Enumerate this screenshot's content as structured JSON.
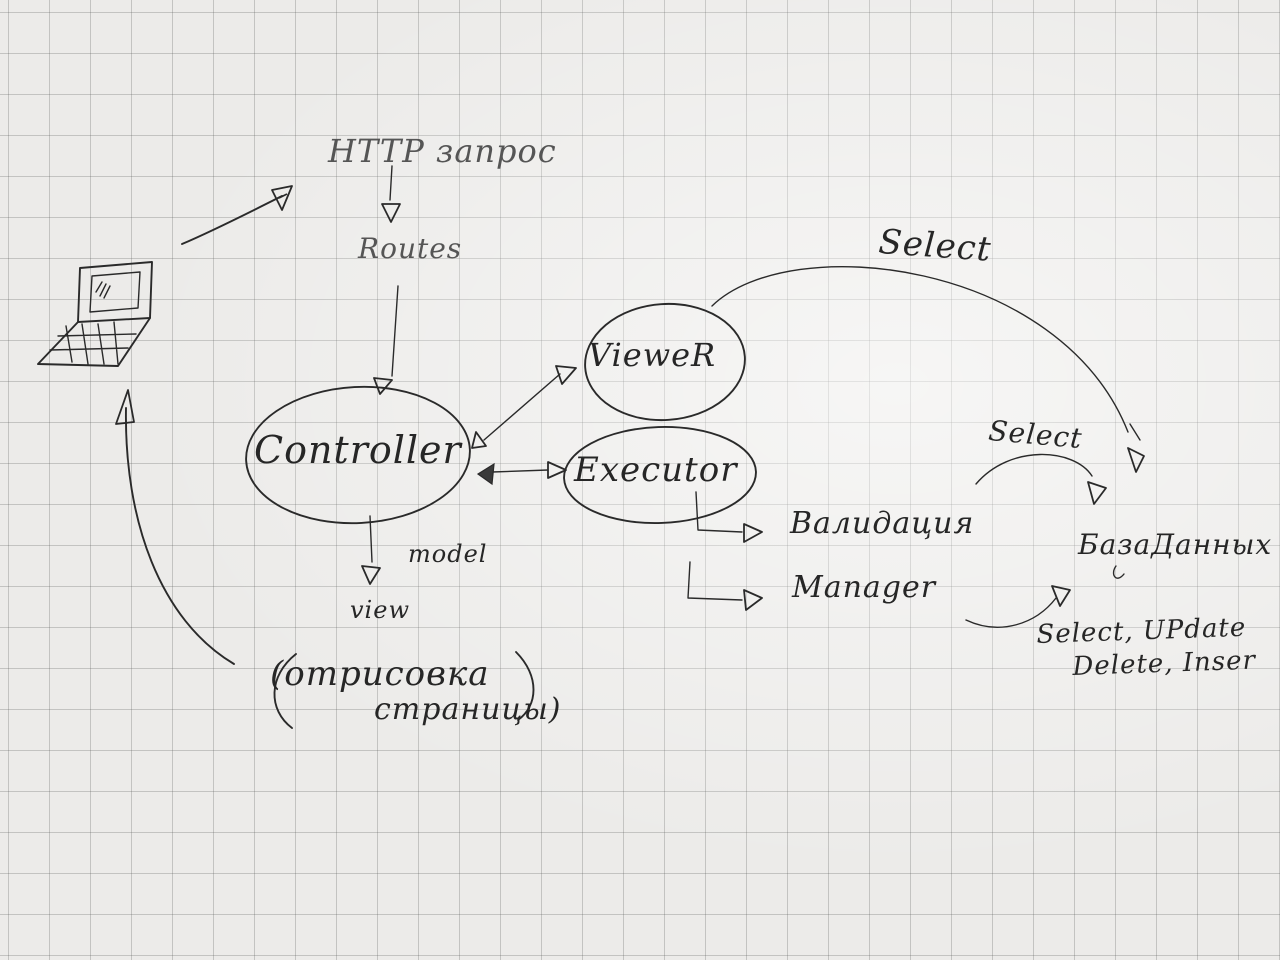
{
  "labels": {
    "http_request": "HTTP запрос",
    "routes": "Routes",
    "controller": "Controller",
    "viewer": "VieweR",
    "executor": "Executor",
    "model": "model",
    "view": "view",
    "render_line1": "(отрисовка",
    "render_line2": "страницы)",
    "validation": "Валидация",
    "manager": "Manager",
    "select_top": "Select",
    "select_mid": "Select",
    "database": "БазаДанных",
    "sql_line1": "Select, UPdate",
    "sql_line2": "Delete, Inser"
  },
  "icons": {
    "laptop": "laptop-icon"
  }
}
